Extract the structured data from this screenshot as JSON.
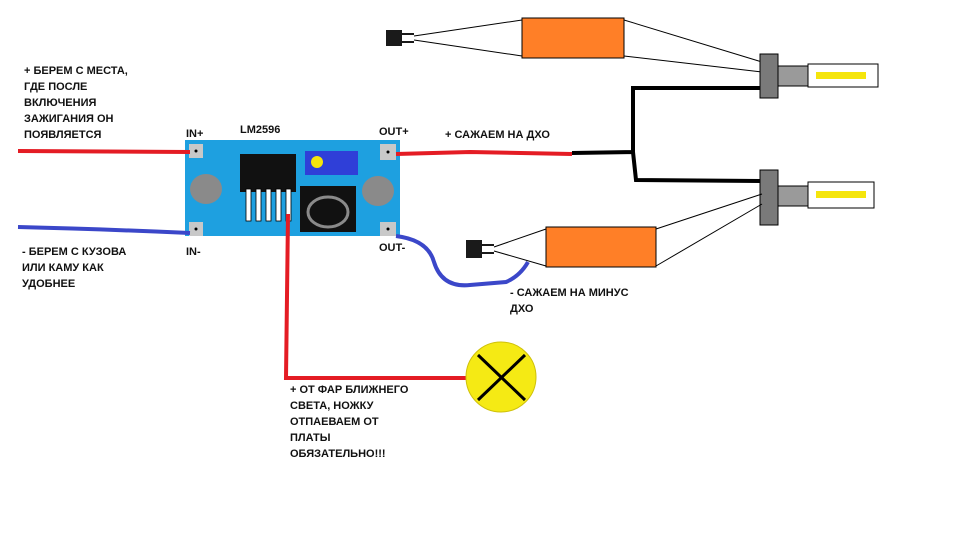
{
  "colors": {
    "wire_positive": "#e41c24",
    "wire_negative": "#3b47c9",
    "wire_black": "#000000",
    "board": "#1ea0e0",
    "resistor": "#ff7f27",
    "lamp": "#f5ea14",
    "pad": "#c8c8c8",
    "bulb_light": "#f5e50c"
  },
  "board": {
    "chip_label": "LM2596",
    "pin_in_plus": "IN+",
    "pin_in_minus": "IN-",
    "pin_out_plus": "OUT+",
    "pin_out_minus": "OUT-"
  },
  "labels": {
    "plus_from_start": "+ БЕРЕМ С МЕСТА,\nГДЕ ПОСЛЕ\nВКЛЮЧЕНИЯ\nЗАЖИГАНИЯ ОН\nПОЯВЛЯЕТСЯ",
    "minus_from_body": "- БЕРЕМ С КУЗОВА\nИЛИ КАМУ КАК\nУДОБНЕЕ",
    "drl_plus": "+ САЖАЕМ НА ДХО",
    "drl_minus": "- САЖАЕМ НА МИНУС\nДХО",
    "headlight_plus": "+ ОТ ФАР БЛИЖНЕГО\nСВЕТА, НОЖКУ\nОТПАЕВАЕМ ОТ\nПЛАТЫ\nОБЯЗАТЕЛЬНО!!!"
  }
}
